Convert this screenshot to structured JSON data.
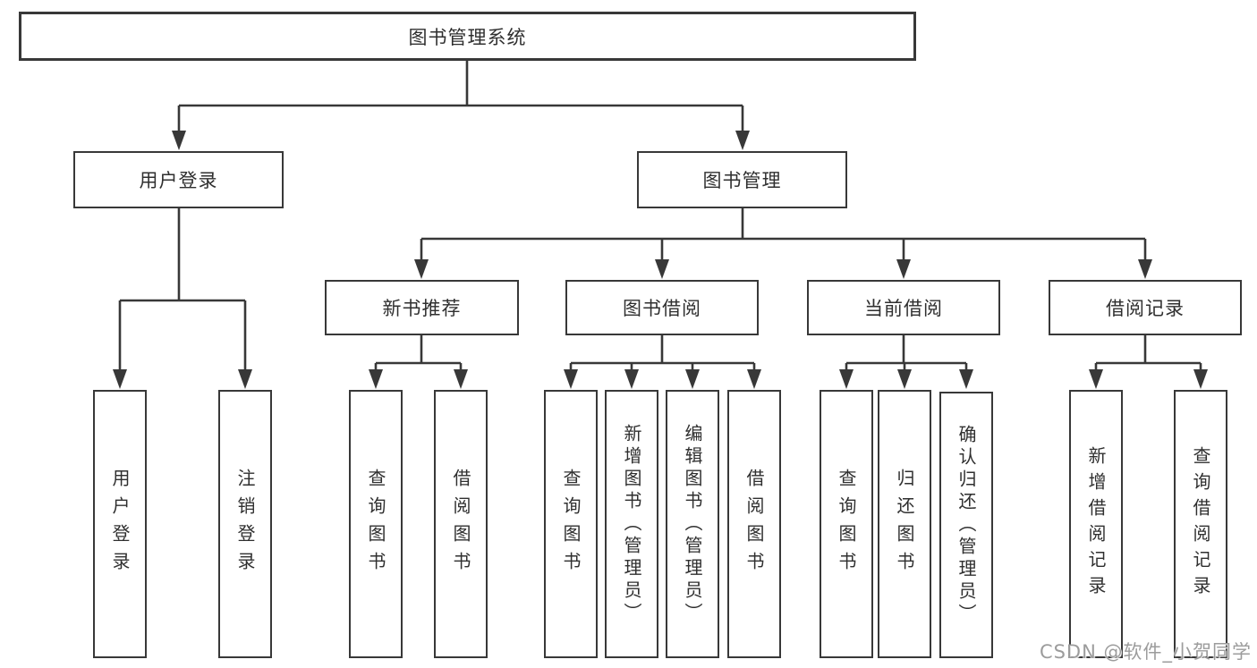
{
  "diagram_type": "functional-structure-tree",
  "colors": {
    "line": "#383838",
    "box_border": "#383838",
    "box_fill": "#ffffff",
    "text": "#2f2f2f",
    "watermark": "#9c9c9c",
    "background": "#ffffff"
  },
  "tree": {
    "label": "图书管理系统",
    "children": [
      {
        "label": "用户登录",
        "children": [
          {
            "label": "用户登录"
          },
          {
            "label": "注销登录"
          }
        ]
      },
      {
        "label": "图书管理",
        "children": [
          {
            "label": "新书推荐",
            "children": [
              {
                "label": "查询图书"
              },
              {
                "label": "借阅图书"
              }
            ]
          },
          {
            "label": "图书借阅",
            "children": [
              {
                "label": "查询图书"
              },
              {
                "label": "新增图书（管理员）"
              },
              {
                "label": "编辑图书（管理员）"
              },
              {
                "label": "借阅图书"
              }
            ]
          },
          {
            "label": "当前借阅",
            "children": [
              {
                "label": "查询图书"
              },
              {
                "label": "归还图书"
              },
              {
                "label": "确认归还（管理员）"
              }
            ]
          },
          {
            "label": "借阅记录",
            "children": [
              {
                "label": "新增借阅记录"
              },
              {
                "label": "查询借阅记录"
              }
            ]
          }
        ]
      }
    ]
  },
  "watermark": "CSDN @软件_小贺同学"
}
